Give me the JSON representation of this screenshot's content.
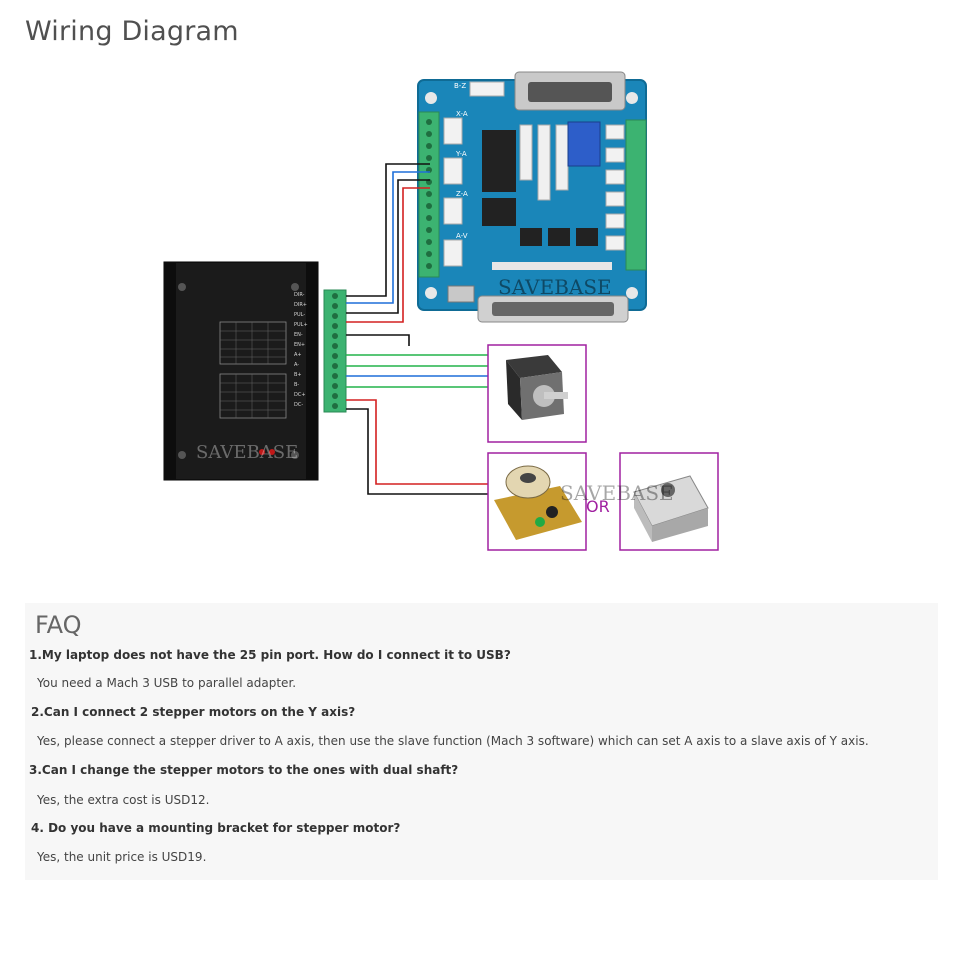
{
  "page": {
    "title": "Wiring Diagram"
  },
  "diagram": {
    "watermark": "SAVEBASE",
    "or_label": "OR",
    "board_labels": {
      "bz": "B-Z",
      "x": "X-A",
      "y": "Y-A",
      "z": "Z-A",
      "a": "A-V"
    },
    "driver_labels": [
      "DIR-",
      "DIR+",
      "PUL-",
      "PUL+",
      "EN-",
      "EN+",
      "A+",
      "A-",
      "B+",
      "B-",
      "DC+",
      "DC-"
    ],
    "colors": {
      "board": "#1a86b9",
      "board_dark": "#0f6b95",
      "terminal": "#3cb371",
      "driver": "#1b1b1b",
      "frame": "#a020a0",
      "wire_black": "#111111",
      "wire_blue": "#1e6fd9",
      "wire_red": "#d42020",
      "wire_green": "#22b44a"
    }
  },
  "faq": {
    "title": "FAQ",
    "items": [
      {
        "q": "1.My laptop does not have the 25 pin port. How do I connect it to USB?",
        "a": "You need a Mach 3 USB to parallel adapter."
      },
      {
        "q": "2.Can I connect 2 stepper motors on the Y axis?",
        "a": "Yes, please connect a stepper driver to A axis, then use the slave function (Mach 3 software) which can set A axis to a slave axis of Y axis."
      },
      {
        "q": "3.Can I change the stepper motors to the ones with dual shaft?",
        "a": "Yes, the extra cost is USD12."
      },
      {
        "q": "4. Do you have a mounting bracket for stepper motor?",
        "a": "Yes, the unit price is USD19."
      }
    ]
  }
}
